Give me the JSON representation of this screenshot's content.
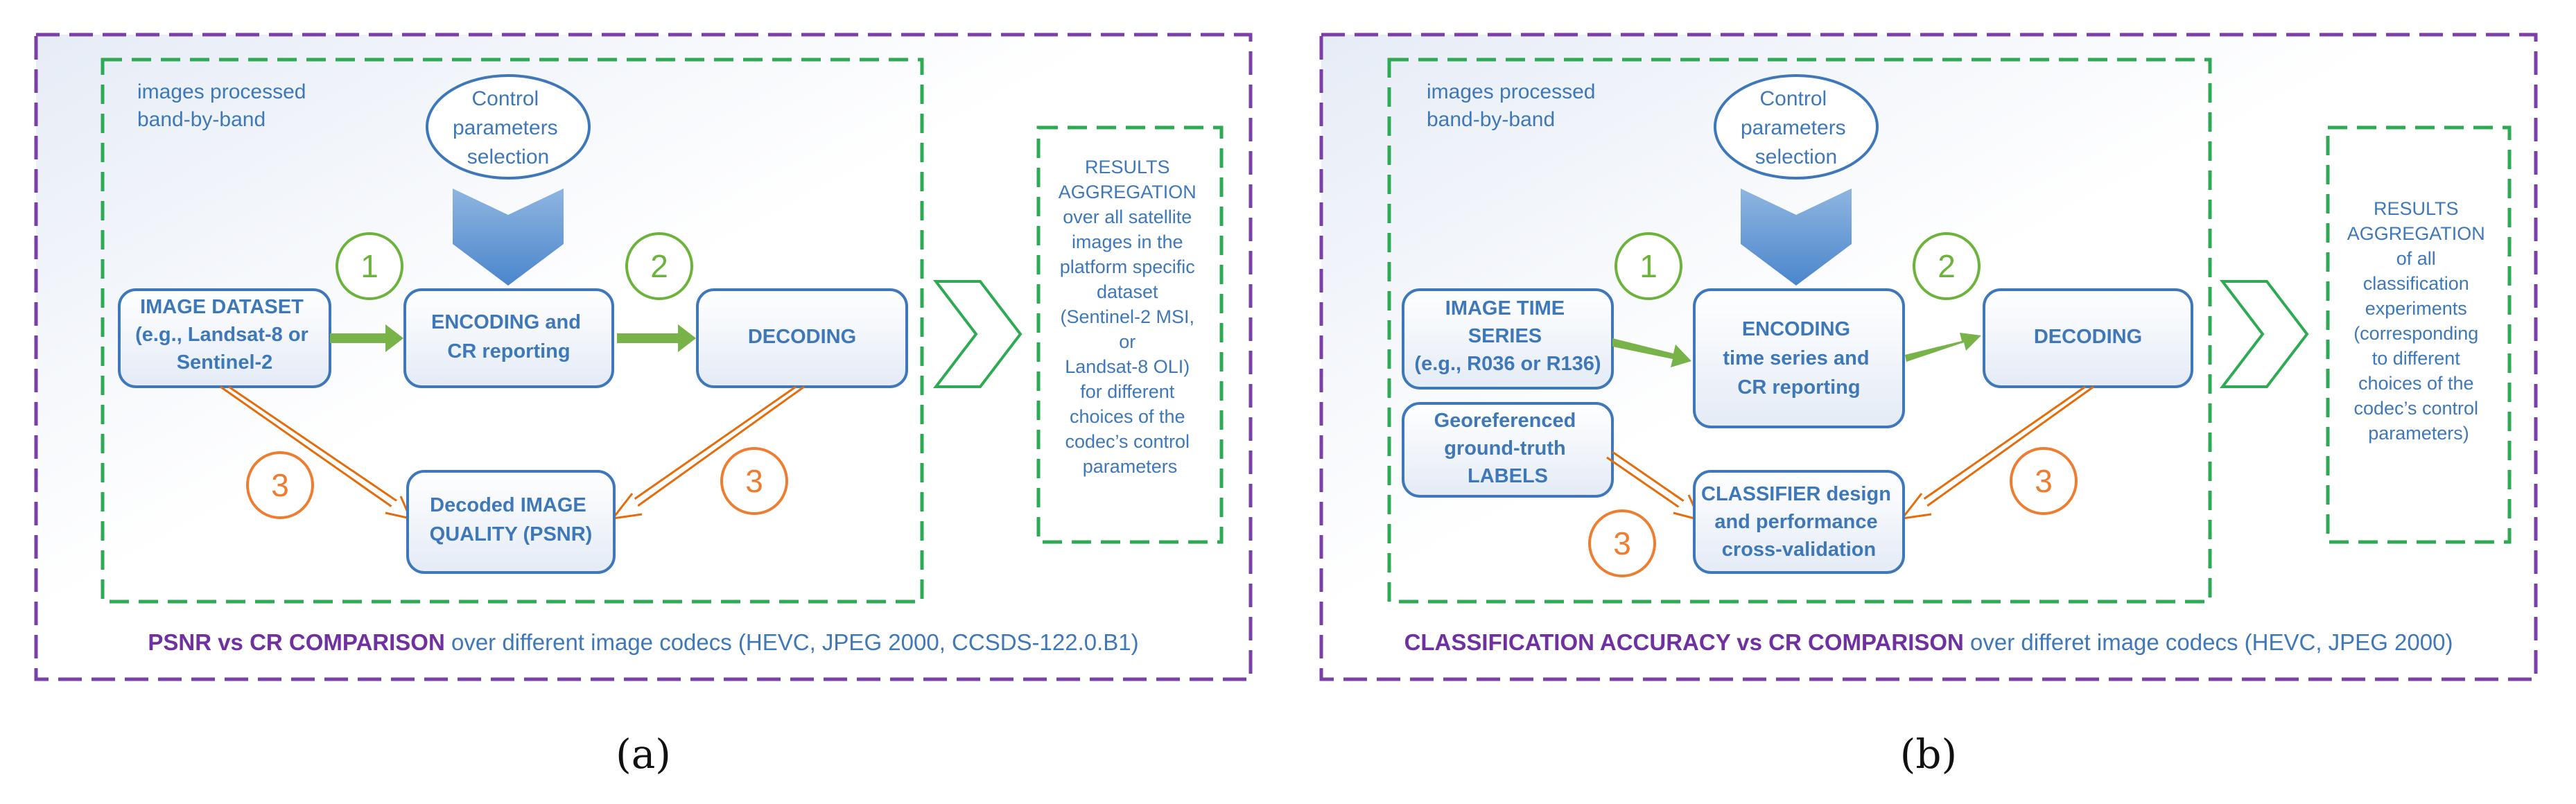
{
  "panels": [
    {
      "panel_label": "(a)",
      "band_note": [
        "images processed",
        "band-by-band"
      ],
      "control": [
        "Control",
        "parameters",
        "selection"
      ],
      "dataset": [
        "IMAGE DATASET",
        "(e.g., Landsat-8 or",
        "Sentinel-2"
      ],
      "encoding": [
        "ENCODING and",
        "CR reporting"
      ],
      "decoding": "DECODING",
      "quality": [
        "Decoded IMAGE",
        "QUALITY (PSNR)"
      ],
      "step1": "1",
      "step2": "2",
      "step3a": "3",
      "step3b": "3",
      "results": [
        "RESULTS",
        "AGGREGATION",
        "over all satellite",
        "images in the",
        "platform specific",
        "dataset",
        "(Sentinel-2 MSI,",
        "or",
        "Landsat-8 OLI)",
        "for different",
        "choices of the",
        "codec’s control",
        "parameters"
      ],
      "caption_bold": "PSNR vs CR COMPARISON",
      "caption_rest": " over different image codecs (HEVC, JPEG 2000, CCSDS-122.0.B1)"
    },
    {
      "panel_label": "(b)",
      "band_note": [
        "images processed",
        "band-by-band"
      ],
      "control": [
        "Control",
        "parameters",
        "selection"
      ],
      "dataset": [
        "IMAGE TIME",
        "SERIES",
        "(e.g., R036 or R136)"
      ],
      "labels": [
        "Georeferenced",
        "ground-truth",
        "LABELS"
      ],
      "encoding": [
        "ENCODING",
        "time series and",
        "CR reporting"
      ],
      "decoding": "DECODING",
      "classifier": [
        "CLASSIFIER design",
        "and performance",
        "cross-validation"
      ],
      "step1": "1",
      "step2": "2",
      "step3a": "3",
      "step3b": "3",
      "results": [
        "RESULTS",
        "AGGREGATION",
        "of all",
        "classification",
        "experiments",
        "(corresponding",
        "to different",
        "choices of the",
        "codec’s control",
        "parameters)"
      ],
      "caption_bold": "CLASSIFICATION ACCURACY vs CR COMPARISON",
      "caption_rest": " over differet image codecs (HEVC, JPEG 2000)"
    }
  ]
}
